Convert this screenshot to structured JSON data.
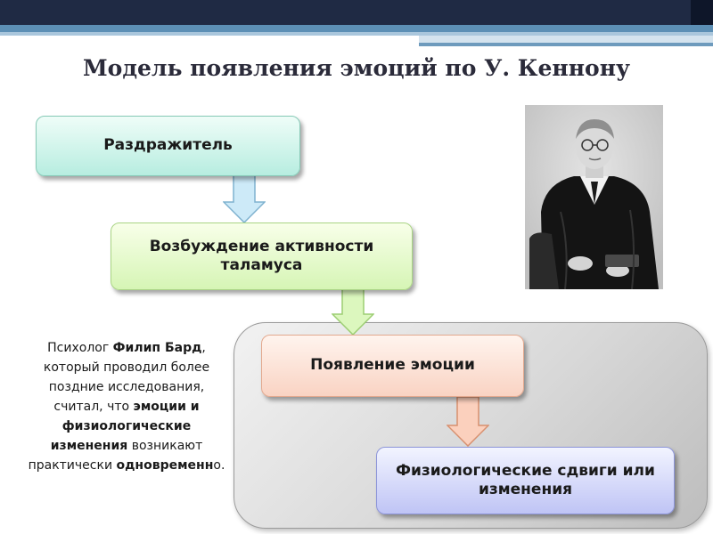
{
  "slide": {
    "title": "Модель появления эмоций по У. Кеннону"
  },
  "diagram": {
    "nodes": [
      {
        "id": "stimulus",
        "label": "Раздражитель"
      },
      {
        "id": "thalamus",
        "label": "Возбуждение активности таламуса"
      },
      {
        "id": "emotion",
        "label": "Появление эмоции"
      },
      {
        "id": "physio",
        "label": "Физиологические сдвиги или изменения"
      }
    ],
    "edges": [
      {
        "from": "stimulus",
        "to": "thalamus",
        "color": "#bfe3f5"
      },
      {
        "from": "thalamus",
        "to": "emotion",
        "color": "#d9f5b8"
      },
      {
        "from": "emotion",
        "to": "physio",
        "color": "#f9c9b3"
      }
    ]
  },
  "note": {
    "p1": "Психолог ",
    "b1": "Филип Бард",
    "p2": ", который проводил более поздние исследования, считал, что ",
    "b2": "эмоции и физиологические изменения",
    "p3": " возникают практически ",
    "b3": "одновременн",
    "p4": "о."
  },
  "photo": {
    "description": "portrait-photo"
  }
}
